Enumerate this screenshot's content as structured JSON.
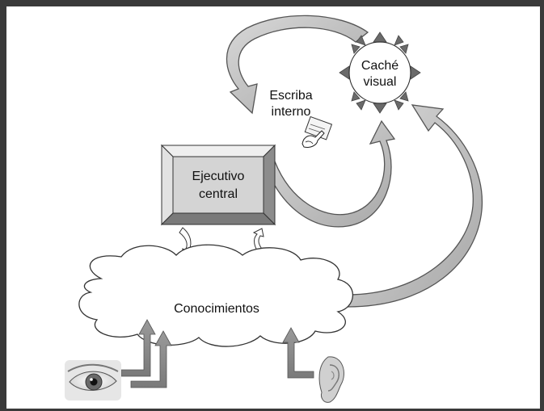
{
  "components": {
    "executive": {
      "line1": "Ejecutivo",
      "line2": "central"
    },
    "scribe": {
      "line1": "Escriba",
      "line2": "interno"
    },
    "cache": {
      "line1": "Caché",
      "line2": "visual"
    },
    "knowledge": {
      "label": "Conocimientos"
    }
  },
  "icons": {
    "eye": "eye-icon",
    "ear": "ear-icon",
    "hand": "writing-hand-icon"
  },
  "colors": {
    "frame": "#3a3a3a",
    "arrow_fill": "#b8b8b8",
    "arrow_stroke": "#5a5a5a",
    "box_face": "#d4d4d4",
    "sun_rays": "#6a6a6a"
  }
}
